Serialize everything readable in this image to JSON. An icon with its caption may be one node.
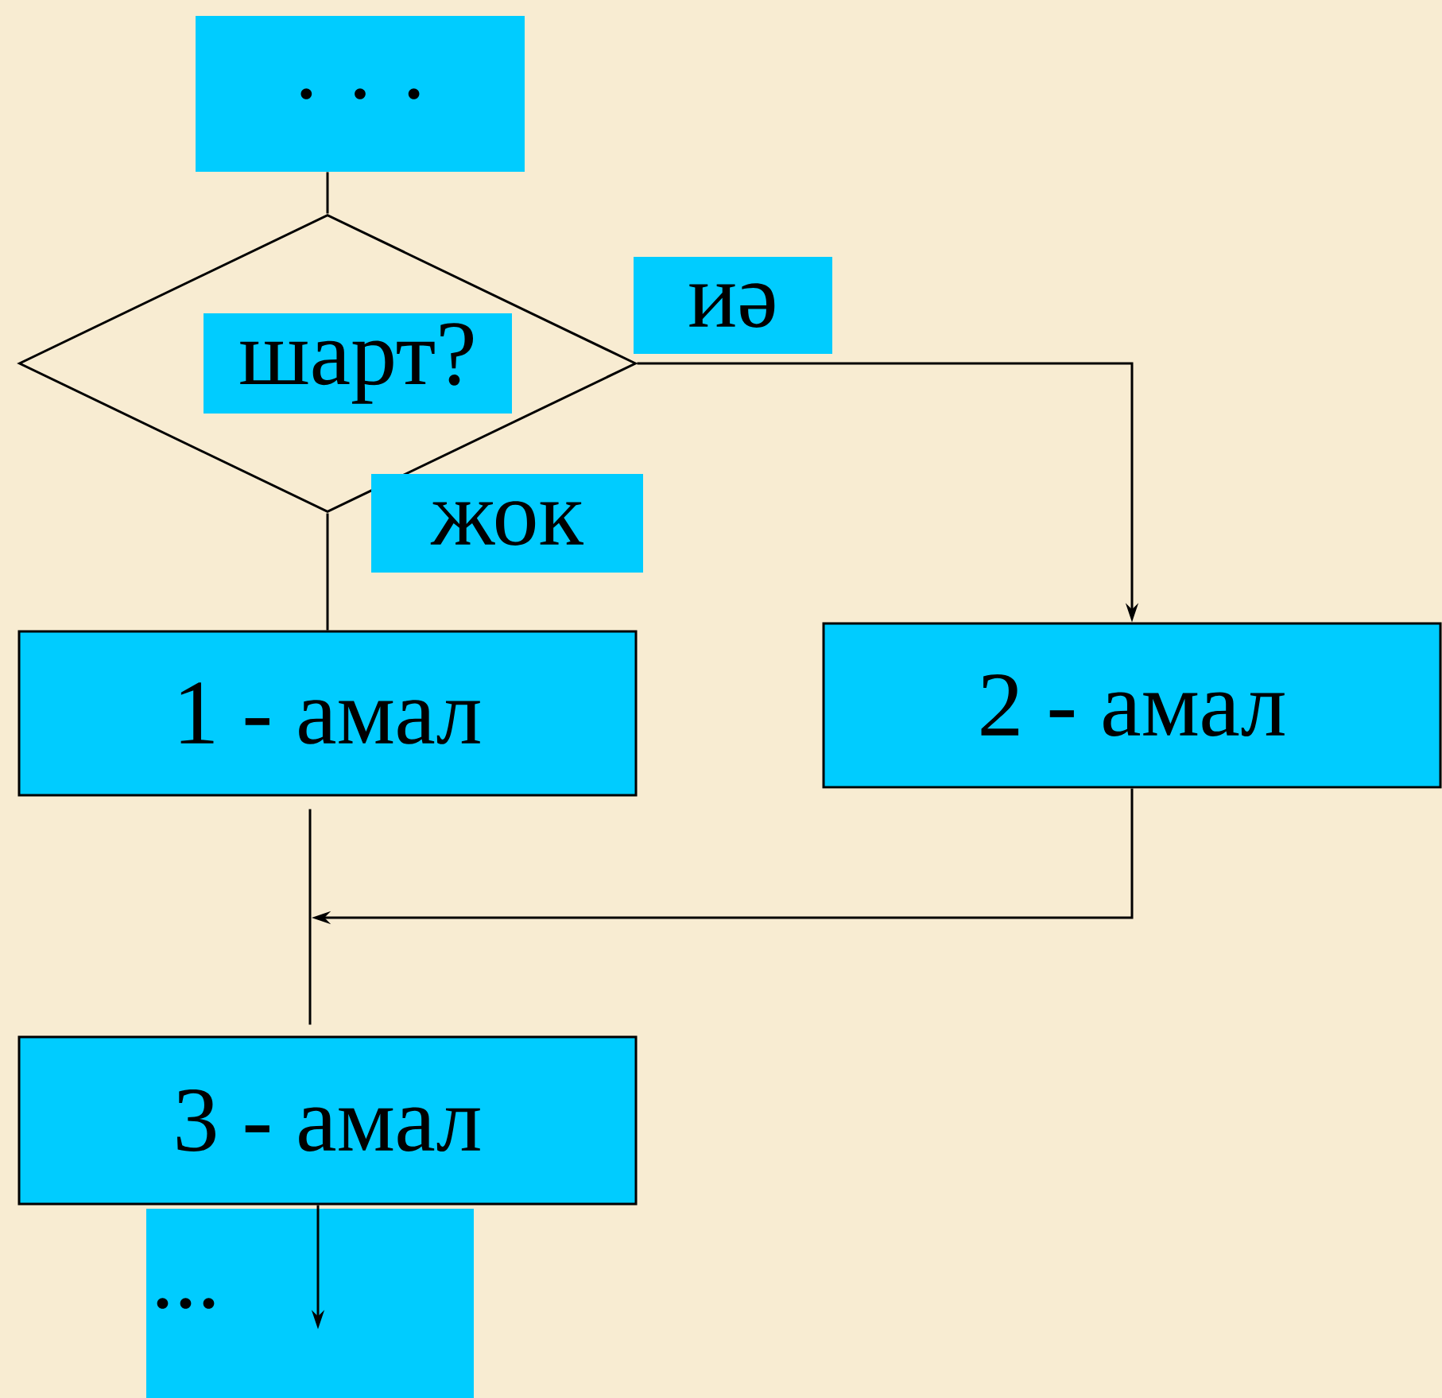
{
  "diagram": {
    "nodes": [
      {
        "text": [
          ". . ."
        ]
      },
      {
        "text": [
          "шарт?"
        ]
      },
      {
        "text": [
          "1 - амал"
        ]
      },
      {
        "text": [
          "2 - амал"
        ]
      },
      {
        "text": [
          "3 - амал"
        ]
      },
      {
        "text": [
          "..."
        ]
      }
    ],
    "edges": [
      {
        "from": 0,
        "to": 1,
        "arrow": "none"
      },
      {
        "from": 1,
        "to": 3,
        "arrow": "to",
        "label": "иә"
      },
      {
        "from": 1,
        "to": 2,
        "arrow": "none",
        "label": "жок"
      },
      {
        "from": 3,
        "to": null,
        "arrow": "to"
      },
      {
        "from": 2,
        "to": 4,
        "arrow": "none"
      },
      {
        "from": 4,
        "to": 5,
        "arrow": "to"
      }
    ]
  }
}
